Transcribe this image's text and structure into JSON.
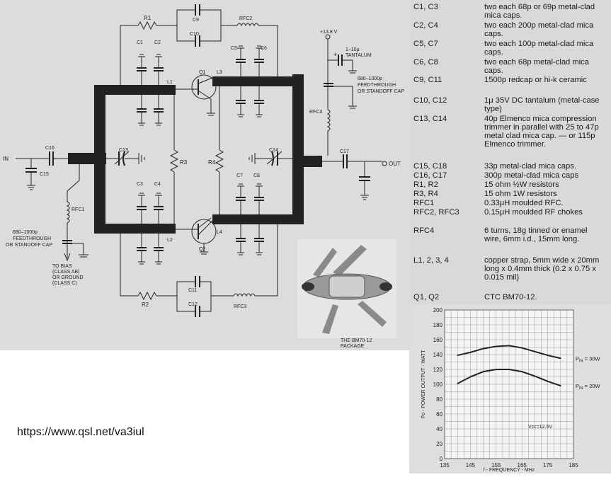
{
  "schematic": {
    "labels": {
      "r1": "R1",
      "r2": "R2",
      "r3": "R3",
      "r4": "R4",
      "c1": "C1",
      "c2": "C2",
      "c3": "C3",
      "c4": "C4",
      "c5": "C5",
      "c6": "C6",
      "c7": "C7",
      "c8": "C8",
      "c9": "C9",
      "c10": "C10",
      "c11": "C11",
      "c12": "C12",
      "c13": "C13",
      "c14": "C14",
      "c15": "C15",
      "c16": "C16",
      "c17": "C17",
      "rfc1": "RFC1",
      "rfc2": "RFC2",
      "rfc3": "RFC3",
      "rfc4": "RFC4",
      "l1": "L1",
      "l2": "L2",
      "l3": "L3",
      "l4": "L4",
      "q1": "Q1",
      "q2": "Q2",
      "in": "IN",
      "out": "OUT",
      "supply": "+13.8 V",
      "tantalum_1": "1–10μ",
      "tantalum_2": "TANTALUM",
      "feed_out_1": "680–1000p",
      "feed_out_2": "FEEDTHROUGH",
      "feed_out_3": "OR STANDOFF CAP",
      "feed_in_1": "680–1000p",
      "feed_in_2": "FEEDTHROUGH",
      "feed_in_3": "OR STANDOFF CAP",
      "bias_1": "TO BIAS",
      "bias_2": "(CLASS AB)",
      "bias_3": "OR GROUND",
      "bias_4": "(CLASS C)",
      "package_1": "THE BM70-12",
      "package_2": "PACKAGE"
    }
  },
  "parts_list": [
    {
      "ref": "C1, C3",
      "desc": "two each 68p or 69p metal-clad mica caps."
    },
    {
      "ref": "C2, C4",
      "desc": "two each 200p metal-clad mica caps."
    },
    {
      "ref": "C5, C7",
      "desc": "two each 100p metal-clad mica caps."
    },
    {
      "ref": "C6, C8",
      "desc": "two each 68p metal-clad mica caps."
    },
    {
      "ref": "C9, C11",
      "desc": "1500p redcap or hi-k ceramic"
    },
    {
      "ref": "C10, C12",
      "desc": "1μ 35V DC tantalum (metal-case type)"
    },
    {
      "ref": "C13, C14",
      "desc": "40p Elmenco mica compression trimmer in parallel with 25 to 47p metal clad mica cap. — or 115p Elmenco trimmer."
    },
    {
      "ref": "C15, C18",
      "desc": "33p metal-clad mica caps."
    },
    {
      "ref": "C16, C17",
      "desc": "300p metal-clad mica caps"
    },
    {
      "ref": "R1, R2",
      "desc": "15 ohm ½W resistors"
    },
    {
      "ref": "R3, R4",
      "desc": "15 ohm 1W resistors"
    },
    {
      "ref": "RFC1",
      "desc": "0.33μH moulded RFC."
    },
    {
      "ref": "RFC2, RFC3",
      "desc": "0.15μH moulded RF chokes"
    },
    {
      "ref": "RFC4",
      "desc": "6 turns, 18g tinned or enamel wire, 6mm i.d., 15mm long."
    },
    {
      "ref": "L1, 2, 3, 4",
      "desc": "copper strap, 5mm wide x 20mm long x 0.4mm thick (0.2 x 0.75 x 0.015 mil)"
    },
    {
      "ref": "Q1, Q2",
      "desc": "CTC BM70-12."
    }
  ],
  "chart_data": {
    "type": "line",
    "xlabel": "f - FREQUENCY - MHz",
    "ylabel": "Po - POWER OUTPUT - WATT",
    "x_ticks": [
      135,
      145,
      155,
      165,
      175,
      185
    ],
    "y_ticks": [
      0,
      20,
      40,
      60,
      80,
      100,
      120,
      140,
      160,
      180,
      200
    ],
    "xlim": [
      135,
      185
    ],
    "ylim": [
      0,
      200
    ],
    "grid": true,
    "annotation": "Vcc=12.5V",
    "series": [
      {
        "name": "P IN = 30W",
        "label_main": "P",
        "label_sub": "IN",
        "label_rest": " = 30W",
        "x": [
          140,
          145,
          150,
          155,
          160,
          165,
          170,
          175,
          180
        ],
        "values": [
          139,
          143,
          148,
          151,
          152,
          149,
          144,
          139,
          135
        ]
      },
      {
        "name": "P IN = 20W",
        "label_main": "P",
        "label_sub": "IN",
        "label_rest": " = 20W",
        "x": [
          140,
          145,
          150,
          155,
          160,
          165,
          170,
          175,
          180
        ],
        "values": [
          101,
          110,
          117,
          120,
          120,
          117,
          111,
          104,
          98
        ]
      }
    ]
  },
  "url": "https://www.qsl.net/va3iul"
}
